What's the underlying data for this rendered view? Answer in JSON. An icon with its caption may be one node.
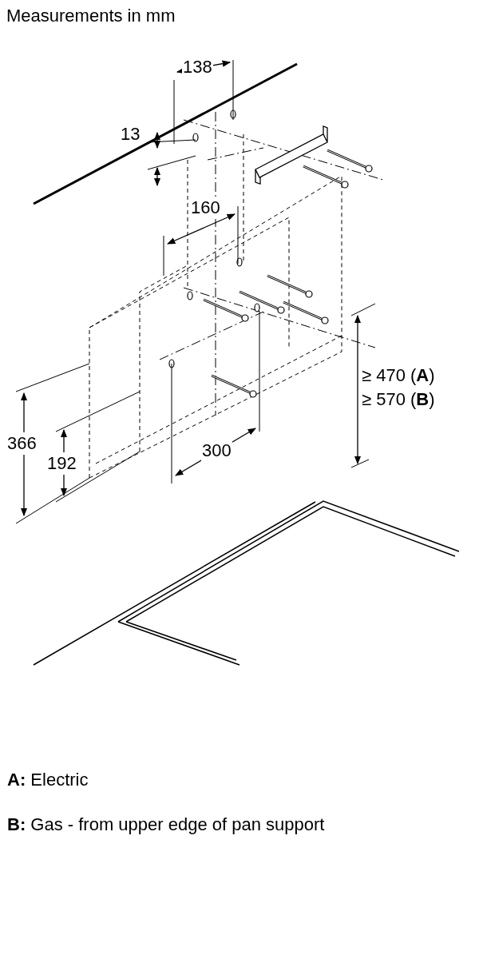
{
  "diagram": {
    "title": "Measurements in mm",
    "labels": [
      "138",
      "13",
      "160",
      "300",
      "366",
      "192",
      "≥ 470 (**A**)",
      "≥ 570 (**B**)",
      "**A:** Electric",
      "**B:** Gas - from upper edge of pan support"
    ]
  }
}
